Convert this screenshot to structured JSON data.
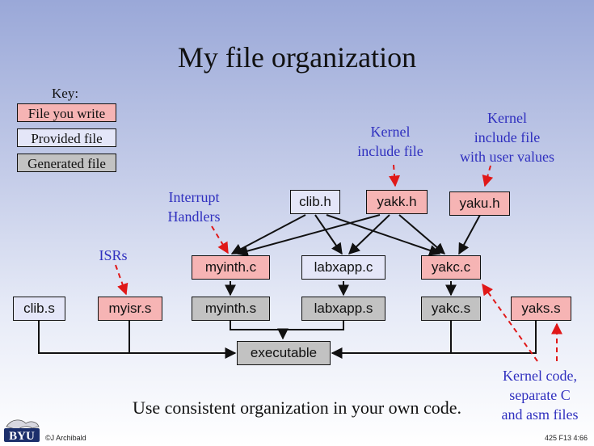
{
  "title": "My file organization",
  "key": {
    "heading": "Key:",
    "write": "File you write",
    "provided": "Provided file",
    "generated": "Generated file"
  },
  "files": {
    "clib_h": "clib.h",
    "yakk_h": "yakk.h",
    "yaku_h": "yaku.h",
    "myinth_c": "myinth.c",
    "labxapp_c": "labxapp.c",
    "yakc_c": "yakc.c",
    "clib_s": "clib.s",
    "myisr_s": "myisr.s",
    "myinth_s": "myinth.s",
    "labxapp_s": "labxapp.s",
    "yakc_s": "yakc.s",
    "yaks_s": "yaks.s",
    "executable": "executable"
  },
  "notes": {
    "interrupt": [
      "Interrupt",
      "Handlers"
    ],
    "isrs": [
      "ISRs"
    ],
    "kernel_include": [
      "Kernel",
      "include file"
    ],
    "kernel_user": [
      "Kernel",
      "include file",
      "with user values"
    ],
    "kernel_code": [
      "Kernel code,",
      "separate C",
      "and asm files"
    ]
  },
  "colors": {
    "file_you_write": "#f6b4b4",
    "provided_file": "#e4e6f8",
    "generated_file": "#c2c2c2",
    "annotation": "#3030bf",
    "annotation_arrow": "#e01818"
  },
  "footer": {
    "text": "Use consistent organization in your own code.",
    "author": "©J Archibald",
    "slide_id": "425 F13 4:66",
    "logo": "BYU"
  }
}
